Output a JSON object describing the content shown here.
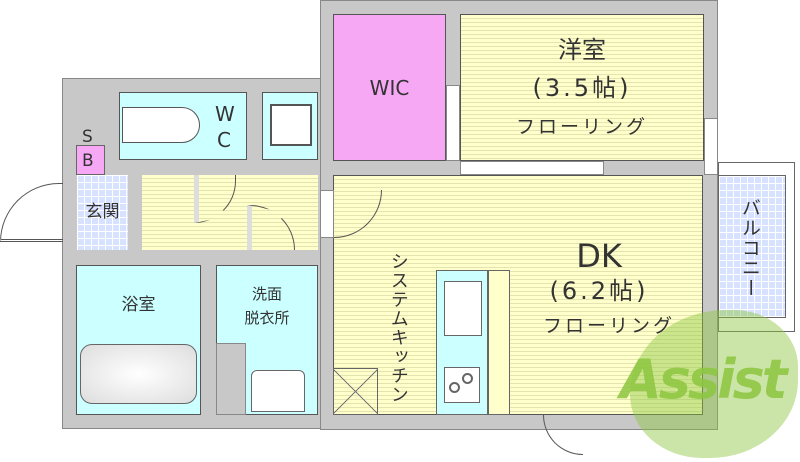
{
  "rooms": {
    "western_room": {
      "name": "洋室",
      "size": "(3.5帖)",
      "floor": "フローリング"
    },
    "dk": {
      "name": "DK",
      "size": "(6.2帖)",
      "floor": "フローリング"
    },
    "wic": "WIC",
    "wc": [
      "W",
      "C"
    ],
    "sb": [
      "S",
      "B"
    ],
    "entrance": "玄関",
    "bathroom": "浴室",
    "washroom": [
      "洗面",
      "脱衣所"
    ],
    "kitchen": "システムキッチン",
    "balcony": "バルコニー"
  },
  "logo": {
    "text": "Assist"
  },
  "colors": {
    "floor": "#ffffcc",
    "wet_area": "#ccffff",
    "storage": "#f7a8f4",
    "tile": "#d6e2ff",
    "wall": "#c8c8c8",
    "logo": "#8cc63f"
  }
}
